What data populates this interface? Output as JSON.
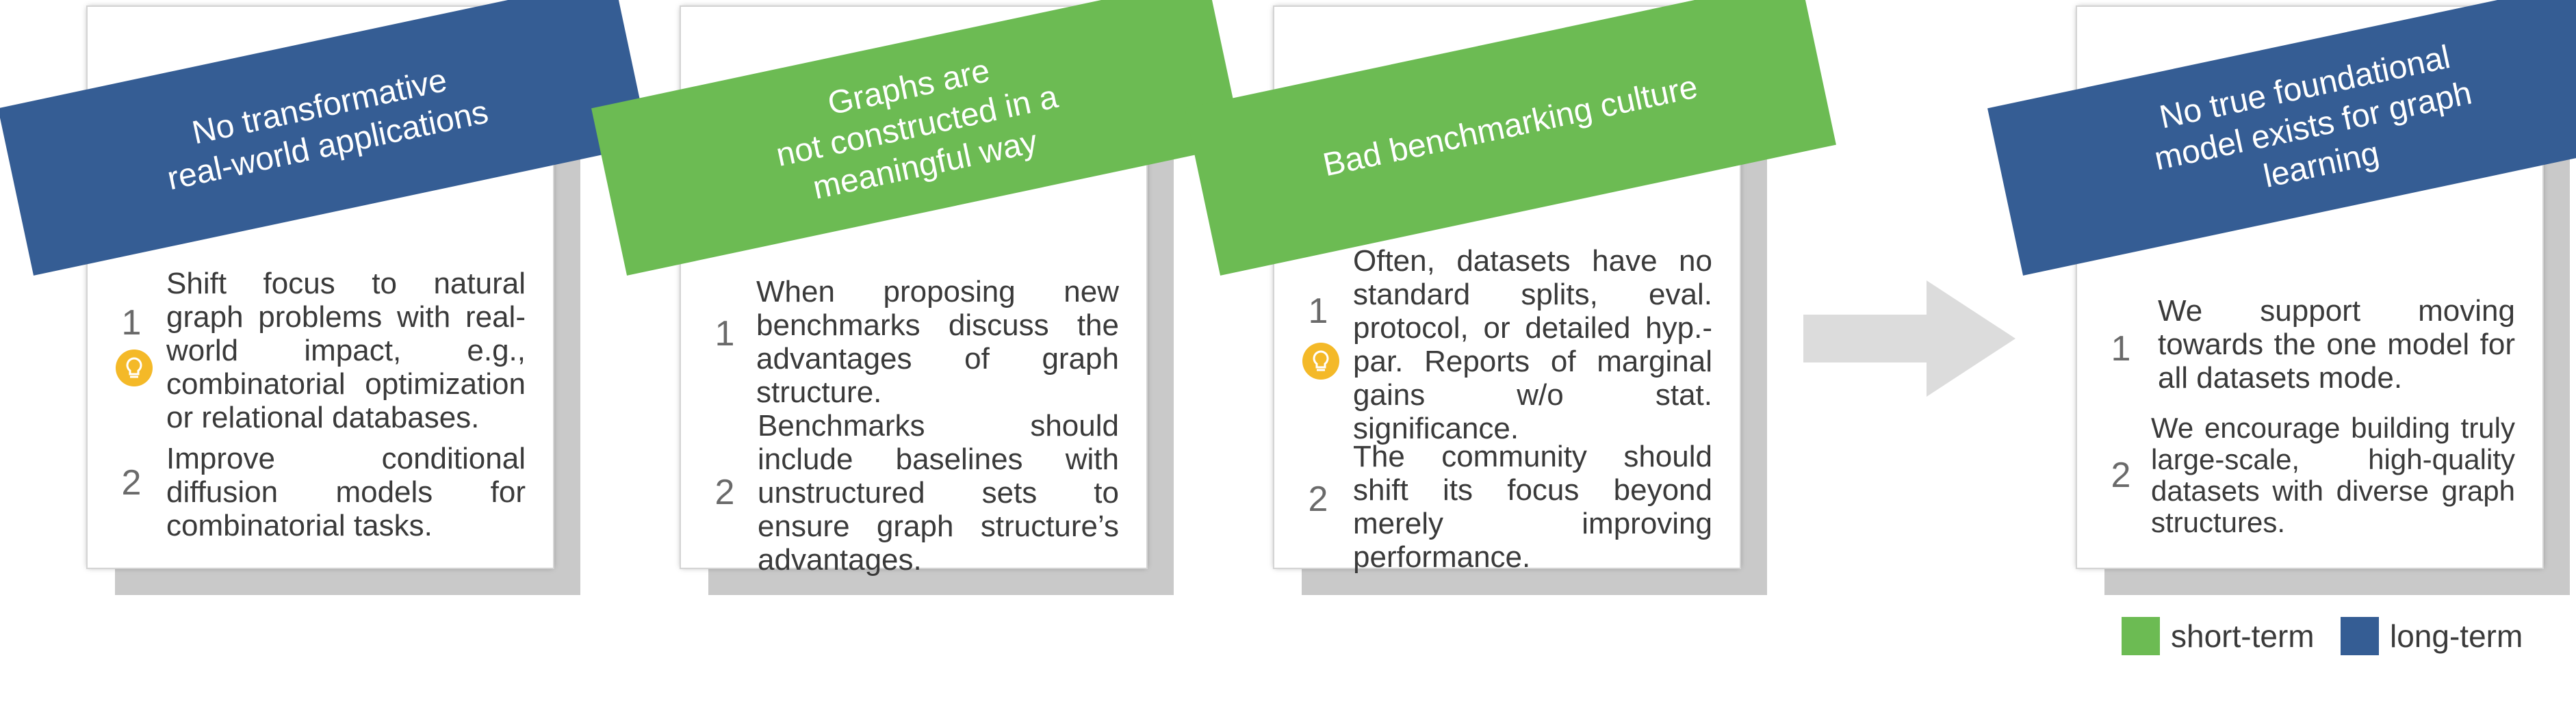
{
  "colors": {
    "short_term": "#6cbb53",
    "long_term": "#355d94",
    "bulb": "#f4b928",
    "arrow": "#dcdcdc"
  },
  "cards": [
    {
      "title": "No transformative\nreal-world applications",
      "term": "long-term",
      "items": [
        {
          "num": "1",
          "text": "Shift focus to natural graph problems with real-world impact, e.g., combinatorial optimization or relational databases.",
          "icon": "lightbulb-icon"
        },
        {
          "num": "2",
          "text": "Improve conditional diffusion models for combinatorial tasks."
        }
      ]
    },
    {
      "title": "Graphs are\nnot constructed in a\nmeaningful way",
      "term": "short-term",
      "items": [
        {
          "num": "1",
          "text": "When proposing new benchmarks discuss the advantages of graph structure."
        },
        {
          "num": "2",
          "text": "Benchmarks should include baselines with unstructured sets to ensure graph structure’s advantages."
        }
      ]
    },
    {
      "title": "Bad benchmarking culture",
      "term": "short-term",
      "items": [
        {
          "num": "1",
          "text": "Often, datasets have no standard splits, eval. protocol, or detailed hyp.-par. Reports of marginal gains w/o stat. significance.",
          "icon": "lightbulb-icon"
        },
        {
          "num": "2",
          "text": "The community should shift its focus beyond merely improving performance."
        }
      ]
    },
    {
      "title": "No true foundational\nmodel exists for graph\nlearning",
      "term": "long-term",
      "items": [
        {
          "num": "1",
          "text": "We support moving towards the one model for all datasets mode."
        },
        {
          "num": "2",
          "text": "We encourage building truly large-scale, high-quality datasets with diverse graph structures."
        }
      ]
    }
  ],
  "legend": {
    "short_term": "short-term",
    "long_term": "long-term"
  }
}
